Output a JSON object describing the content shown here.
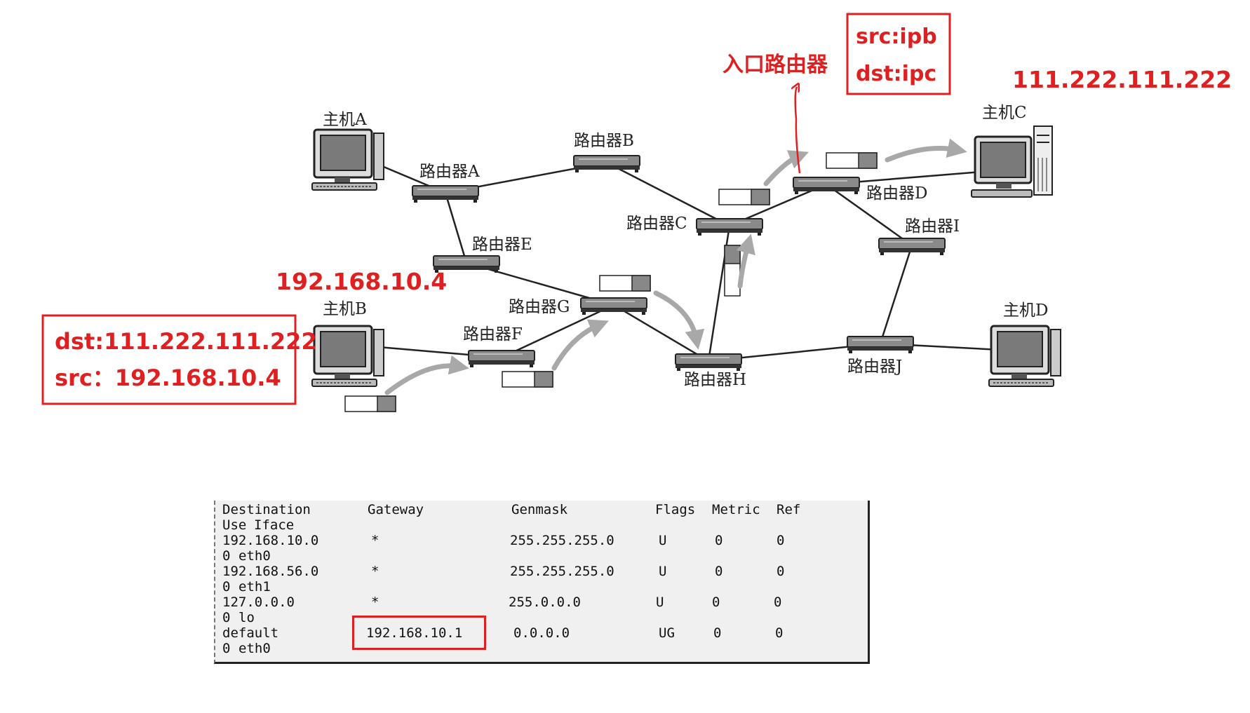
{
  "nodes": {
    "host_a": "主机A",
    "host_b": "主机B",
    "host_c": "主机C",
    "host_d": "主机D",
    "router_a": "路由器A",
    "router_b": "路由器B",
    "router_c": "路由器C",
    "router_d": "路由器D",
    "router_e": "路由器E",
    "router_f": "路由器F",
    "router_g": "路由器G",
    "router_h": "路由器H",
    "router_i": "路由器I",
    "router_j": "路由器J"
  },
  "annotations": {
    "ingress_router": "入口路由器",
    "src_line": "src:ipb",
    "dst_line": "dst:ipc",
    "host_c_ip": "111.222.111.222",
    "host_b_ip": "192.168.10.4",
    "packet_dst": "dst:111.222.111.222",
    "packet_src": "src：192.168.10.4"
  },
  "colors": {
    "annotation": "#e02020",
    "equipment": "#555555",
    "line": "#222222",
    "arrow": "#a8a8a8"
  },
  "route_table": {
    "headers": [
      "Destination",
      "Gateway",
      "Genmask",
      "Flags",
      "Metric",
      "Ref",
      "Use",
      "Iface"
    ],
    "rows": [
      {
        "destination": "192.168.10.0",
        "gateway": "*",
        "genmask": "255.255.255.0",
        "flags": "U",
        "metric": "0",
        "ref": "0",
        "use": "0",
        "iface": "eth0"
      },
      {
        "destination": "192.168.56.0",
        "gateway": "*",
        "genmask": "255.255.255.0",
        "flags": "U",
        "metric": "0",
        "ref": "0",
        "use": "0",
        "iface": "eth1"
      },
      {
        "destination": "127.0.0.0",
        "gateway": "*",
        "genmask": "255.0.0.0",
        "flags": "U",
        "metric": "0",
        "ref": "0",
        "use": "0",
        "iface": "lo"
      },
      {
        "destination": "default",
        "gateway": "192.168.10.1",
        "genmask": "0.0.0.0",
        "flags": "UG",
        "metric": "0",
        "ref": "0",
        "use": "0",
        "iface": "eth0"
      }
    ]
  }
}
